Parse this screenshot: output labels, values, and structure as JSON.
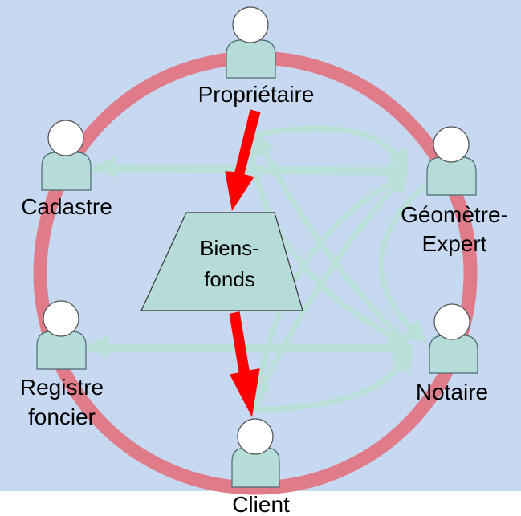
{
  "diagram": {
    "colors": {
      "background": "#c6d9f1",
      "ring": "#e07c8a",
      "connector": "#b9e0d8",
      "person": "#b5dcd8",
      "flow_arrow": "#ff0000"
    },
    "center": {
      "label_line1": "Biens-",
      "label_line2": "fonds"
    },
    "actors": {
      "proprietaire": {
        "label": "Propriétaire"
      },
      "cadastre": {
        "label": "Cadastre"
      },
      "geometre": {
        "label_line1": "Géomètre-",
        "label_line2": "Expert"
      },
      "registre": {
        "label_line1": "Registre",
        "label_line2": "foncier"
      },
      "notaire": {
        "label": "Notaire"
      },
      "client": {
        "label": "Client"
      }
    }
  }
}
